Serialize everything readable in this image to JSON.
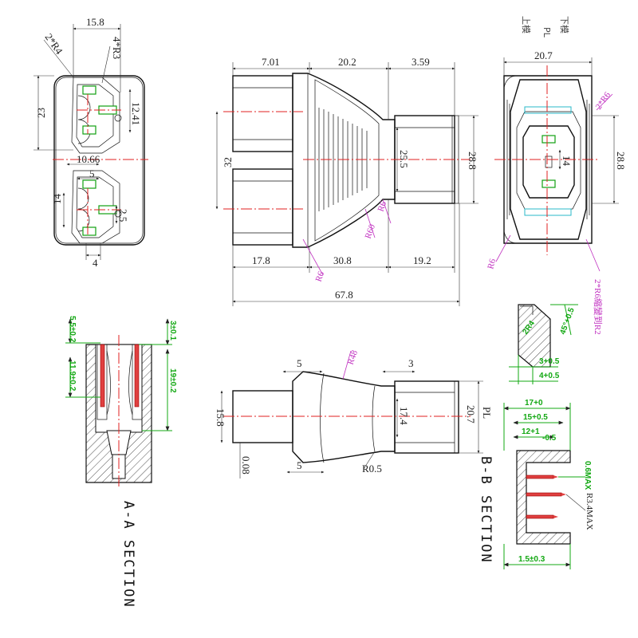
{
  "dimensions": {
    "face_view": {
      "top_width": "15.8",
      "outer_radius": "2*R4",
      "inner_radius": "4*R3",
      "left_height": "23",
      "pin_spacing": "12.41",
      "mid_width": "10.66",
      "pin_offset": "5",
      "lower_height": "14",
      "pin_gap": "2.5",
      "bottom_width": "4"
    },
    "top_view": {
      "left_length": "7.01",
      "mid_length": "20.2",
      "right_length": "3.59",
      "total_height": "32",
      "inner_height": "25.5",
      "right_height": "28.8",
      "fillet_r6_a": "R6",
      "fillet_r60": "R60",
      "fillet_r6_b": "R6",
      "bottom_left": "17.8",
      "bottom_mid": "30.8",
      "bottom_right": "19.2",
      "total_length": "67.8"
    },
    "end_view": {
      "mold_lower": "下模",
      "parting_line": "PL",
      "mold_upper": "上模",
      "width": "20.7",
      "corner_radius": "2*R6",
      "height": "28.8",
      "inner": "14",
      "fillet_r6": "R6",
      "note": "2*R6縮變到R2"
    },
    "side_view": {
      "left_offset": "5",
      "right_offset": "3",
      "arc_radius": "R48",
      "left_height": "15.8",
      "mid_height": "17.4",
      "right_height": "20.7",
      "parting_line": "PL",
      "bottom_offset": "0.08",
      "bottom_step": "5",
      "fillet": "R0.5"
    },
    "section_a": {
      "top_left": "5.5±0.2",
      "top_right": "3±0.1",
      "pin_len": "11.9±0.2",
      "depth": "19±0.2",
      "title": "A-A SECTION"
    },
    "detail": {
      "angle": "45°+0.5",
      "chamfer": "2R4",
      "depth_a": "3+0.5",
      "depth_b": "4+0.5"
    },
    "section_b": {
      "width_a": "17+0",
      "width_b": "15+0.5",
      "width_c": "12+1",
      "tol_c": "-0.5",
      "gap": "0.6MAX",
      "radius": "R3.4MAX",
      "bottom": "1.5±0.3",
      "title": "B-B SECTION"
    }
  }
}
